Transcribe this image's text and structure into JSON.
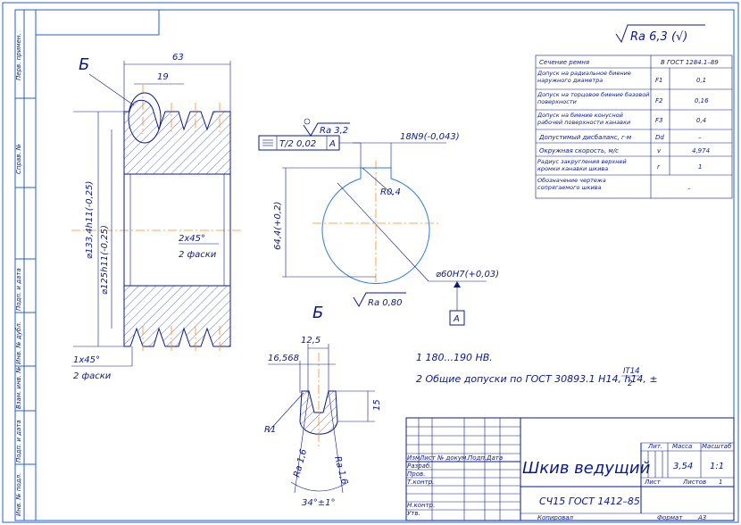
{
  "roughness_main": "Ra 6,3 (√)",
  "view_label_top": "Б",
  "view_label_detail": "Б",
  "dims": {
    "width_63": "63",
    "groove_19": "19",
    "dia_outer": "⌀133,4h11(-0,25)",
    "dia_inner": "⌀125h11(-0,25)",
    "chamfer_2x45": "2x45°",
    "chamfer_2x45_note": "2 фаски",
    "chamfer_1x45": "1x45°",
    "chamfer_1x45_note": "2 фаски",
    "rough_hub": "Ra 3,2",
    "tol_frame_symbol": "⌯",
    "tol_frame_value": "T/2 0,02",
    "tol_frame_datum": "A",
    "keyway": "18N9(-0,043)",
    "radius_04": "R0,4",
    "dim_644": "64,4(+0,2)",
    "bore": "⌀60H7(+0,03)",
    "rough_bore": "Ra 0,80",
    "datum_A": "A",
    "detail_125": "12,5",
    "detail_16568": "16,568",
    "detail_15": "15",
    "detail_R1": "R1",
    "detail_ra16a": "Ra 1,6",
    "detail_ra16b": "Ra 1,6",
    "detail_angle": "34°±1°"
  },
  "notes": [
    "1  180...190 HB.",
    "2  Общие допуски по ГОСТ 30893.1 H14, h14, ±"
  ],
  "note_fraction_top": "IT14",
  "note_fraction_bottom": "2",
  "params_table": {
    "header_left": "Сечение ремня",
    "header_right": "В ГОСТ 1284.1–89",
    "rows": [
      {
        "label": "Допуск на радиальное биение наружного диаметра",
        "sym": "F1",
        "val": "0,1"
      },
      {
        "label": "Допуск на торцовое биение базовой поверхности",
        "sym": "F2",
        "val": "0,16"
      },
      {
        "label": "Допуск на биение конусной рабочей поверхности канавки",
        "sym": "F3",
        "val": "0,4"
      },
      {
        "label": "Допустимый дисбаланс, г·м",
        "sym": "Dd",
        "val": "–"
      },
      {
        "label": "Окружная скорость, м/с",
        "sym": "v",
        "val": "4,974"
      },
      {
        "label": "Радиус закругления верхней кромки канавки шкива",
        "sym": "r",
        "val": "1"
      },
      {
        "label": "Обозначение чертежа сопрягаемого шкива",
        "sym": "",
        "val": "–"
      }
    ]
  },
  "side_strip": [
    "Перв. примен.",
    "Справ. №",
    "Подп. и дата",
    "Инв. № дубл.",
    "Взам. инв. №",
    "Подп. и дата",
    "Инв. № подл."
  ],
  "title_block": {
    "col_izm": "Изм.",
    "col_list": "Лист",
    "col_doc": "№ докум.",
    "col_podp": "Подп.",
    "col_date": "Дата",
    "row_razrab": "Разраб.",
    "row_prov": "Пров.",
    "row_tkontr": "Т.контр.",
    "row_nkontr": "Н.контр.",
    "row_utv": "Утв.",
    "name": "Шкив ведущий",
    "material": "СЧ15 ГОСТ 1412–85",
    "lit": "Лит.",
    "mass": "Масса",
    "scale": "Масштаб",
    "mass_val": "3,54",
    "scale_val": "1:1",
    "sheet": "Лист",
    "sheets": "Листов",
    "sheets_val": "1",
    "copied": "Копировал",
    "format": "Формат",
    "format_val": "А3"
  }
}
